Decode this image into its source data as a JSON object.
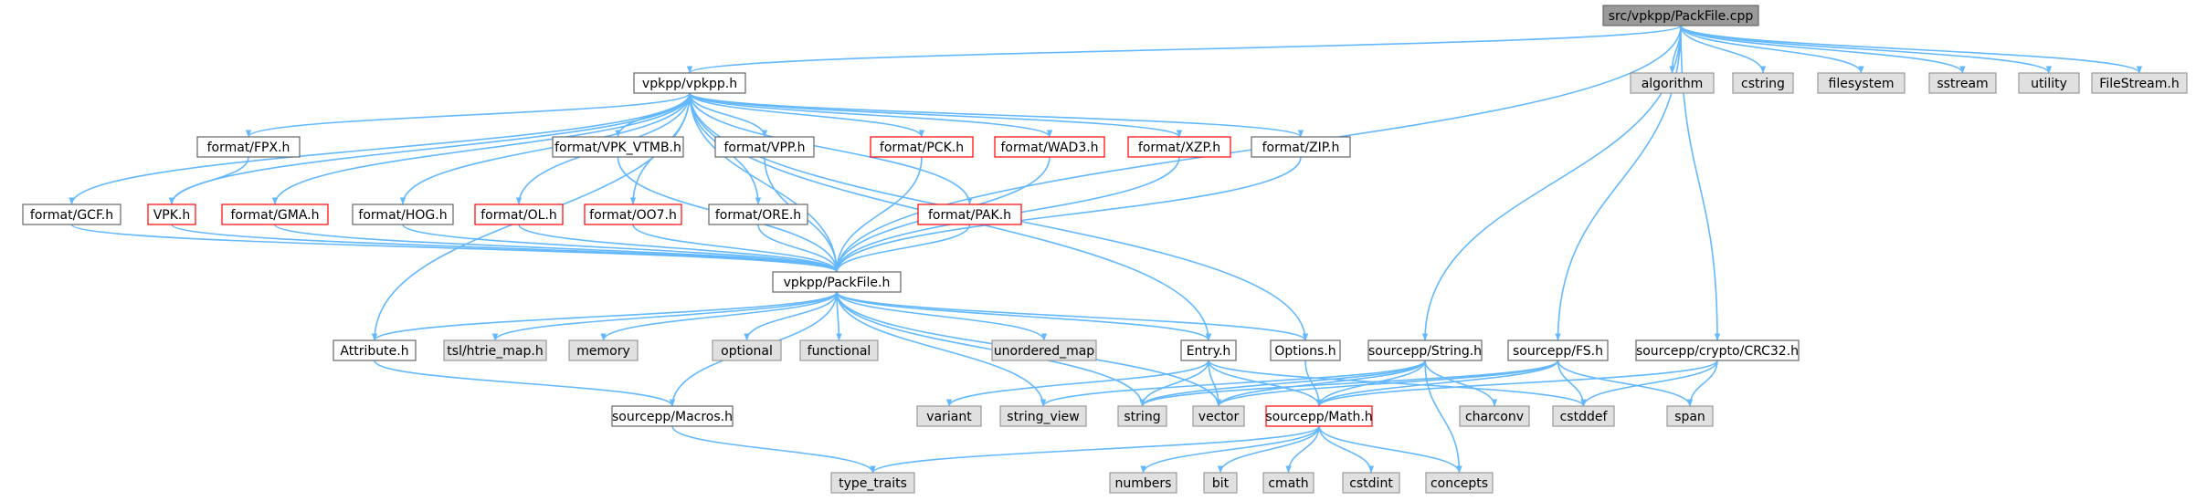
{
  "diagram": {
    "nodes": [
      {
        "id": "root",
        "label": "src/vpkpp/PackFile.cpp",
        "style": "root"
      },
      {
        "id": "vpkpp_h",
        "label": "vpkpp/vpkpp.h",
        "style": "normal"
      },
      {
        "id": "algorithm",
        "label": "algorithm",
        "style": "system"
      },
      {
        "id": "cstring",
        "label": "cstring",
        "style": "system"
      },
      {
        "id": "filesystem",
        "label": "filesystem",
        "style": "system"
      },
      {
        "id": "sstream",
        "label": "sstream",
        "style": "system"
      },
      {
        "id": "utility",
        "label": "utility",
        "style": "system"
      },
      {
        "id": "filestream",
        "label": "FileStream.h",
        "style": "system"
      },
      {
        "id": "fpx",
        "label": "format/FPX.h",
        "style": "normal"
      },
      {
        "id": "vtmb",
        "label": "format/VPK_VTMB.h",
        "style": "normal"
      },
      {
        "id": "vpp",
        "label": "format/VPP.h",
        "style": "normal"
      },
      {
        "id": "pck",
        "label": "format/PCK.h",
        "style": "incomplete"
      },
      {
        "id": "wad3",
        "label": "format/WAD3.h",
        "style": "incomplete"
      },
      {
        "id": "xzp",
        "label": "format/XZP.h",
        "style": "incomplete"
      },
      {
        "id": "zip",
        "label": "format/ZIP.h",
        "style": "normal"
      },
      {
        "id": "gcf",
        "label": "format/GCF.h",
        "style": "normal"
      },
      {
        "id": "vpk",
        "label": "VPK.h",
        "style": "incomplete"
      },
      {
        "id": "gma",
        "label": "format/GMA.h",
        "style": "incomplete"
      },
      {
        "id": "hog",
        "label": "format/HOG.h",
        "style": "normal"
      },
      {
        "id": "ol",
        "label": "format/OL.h",
        "style": "incomplete"
      },
      {
        "id": "oo7",
        "label": "format/OO7.h",
        "style": "incomplete"
      },
      {
        "id": "ore",
        "label": "format/ORE.h",
        "style": "normal"
      },
      {
        "id": "pak",
        "label": "format/PAK.h",
        "style": "incomplete"
      },
      {
        "id": "packfile",
        "label": "vpkpp/PackFile.h",
        "style": "normal"
      },
      {
        "id": "attribute",
        "label": "Attribute.h",
        "style": "normal"
      },
      {
        "id": "htrie",
        "label": "tsl/htrie_map.h",
        "style": "system"
      },
      {
        "id": "memory",
        "label": "memory",
        "style": "system"
      },
      {
        "id": "optional",
        "label": "optional",
        "style": "system"
      },
      {
        "id": "functional",
        "label": "functional",
        "style": "system"
      },
      {
        "id": "unordered_map",
        "label": "unordered_map",
        "style": "system"
      },
      {
        "id": "entry",
        "label": "Entry.h",
        "style": "normal"
      },
      {
        "id": "options",
        "label": "Options.h",
        "style": "normal"
      },
      {
        "id": "sp_string",
        "label": "sourcepp/String.h",
        "style": "normal"
      },
      {
        "id": "sp_fs",
        "label": "sourcepp/FS.h",
        "style": "normal"
      },
      {
        "id": "sp_crc",
        "label": "sourcepp/crypto/CRC32.h",
        "style": "normal"
      },
      {
        "id": "macros",
        "label": "sourcepp/Macros.h",
        "style": "normal"
      },
      {
        "id": "variant",
        "label": "variant",
        "style": "system"
      },
      {
        "id": "string_view",
        "label": "string_view",
        "style": "system"
      },
      {
        "id": "string",
        "label": "string",
        "style": "system"
      },
      {
        "id": "vector",
        "label": "vector",
        "style": "system"
      },
      {
        "id": "math",
        "label": "sourcepp/Math.h",
        "style": "incomplete"
      },
      {
        "id": "charconv",
        "label": "charconv",
        "style": "system"
      },
      {
        "id": "cstddef",
        "label": "cstddef",
        "style": "system"
      },
      {
        "id": "span",
        "label": "span",
        "style": "system"
      },
      {
        "id": "type_traits",
        "label": "type_traits",
        "style": "system"
      },
      {
        "id": "numbers",
        "label": "numbers",
        "style": "system"
      },
      {
        "id": "bit",
        "label": "bit",
        "style": "system"
      },
      {
        "id": "cmath",
        "label": "cmath",
        "style": "system"
      },
      {
        "id": "cstdint",
        "label": "cstdint",
        "style": "system"
      },
      {
        "id": "concepts",
        "label": "concepts",
        "style": "system"
      }
    ],
    "edges": [
      [
        "root",
        "vpkpp_h"
      ],
      [
        "root",
        "algorithm"
      ],
      [
        "root",
        "cstring"
      ],
      [
        "root",
        "filesystem"
      ],
      [
        "root",
        "sstream"
      ],
      [
        "root",
        "utility"
      ],
      [
        "root",
        "filestream"
      ],
      [
        "root",
        "sp_string"
      ],
      [
        "root",
        "sp_fs"
      ],
      [
        "root",
        "sp_crc"
      ],
      [
        "root",
        "packfile"
      ],
      [
        "vpkpp_h",
        "fpx"
      ],
      [
        "vpkpp_h",
        "vtmb"
      ],
      [
        "vpkpp_h",
        "vpp"
      ],
      [
        "vpkpp_h",
        "pck"
      ],
      [
        "vpkpp_h",
        "wad3"
      ],
      [
        "vpkpp_h",
        "xzp"
      ],
      [
        "vpkpp_h",
        "zip"
      ],
      [
        "vpkpp_h",
        "gcf"
      ],
      [
        "vpkpp_h",
        "vpk"
      ],
      [
        "vpkpp_h",
        "gma"
      ],
      [
        "vpkpp_h",
        "hog"
      ],
      [
        "vpkpp_h",
        "ol"
      ],
      [
        "vpkpp_h",
        "oo7"
      ],
      [
        "vpkpp_h",
        "ore"
      ],
      [
        "vpkpp_h",
        "pak"
      ],
      [
        "vpkpp_h",
        "packfile"
      ],
      [
        "vpkpp_h",
        "attribute"
      ],
      [
        "vpkpp_h",
        "entry"
      ],
      [
        "vpkpp_h",
        "options"
      ],
      [
        "fpx",
        "vpk"
      ],
      [
        "vpk",
        "packfile"
      ],
      [
        "gcf",
        "packfile"
      ],
      [
        "gma",
        "packfile"
      ],
      [
        "hog",
        "packfile"
      ],
      [
        "ol",
        "packfile"
      ],
      [
        "oo7",
        "packfile"
      ],
      [
        "ore",
        "packfile"
      ],
      [
        "pak",
        "packfile"
      ],
      [
        "vtmb",
        "packfile"
      ],
      [
        "vpp",
        "packfile"
      ],
      [
        "pck",
        "packfile"
      ],
      [
        "wad3",
        "packfile"
      ],
      [
        "xzp",
        "packfile"
      ],
      [
        "zip",
        "packfile"
      ],
      [
        "packfile",
        "attribute"
      ],
      [
        "packfile",
        "htrie"
      ],
      [
        "packfile",
        "memory"
      ],
      [
        "packfile",
        "optional"
      ],
      [
        "packfile",
        "functional"
      ],
      [
        "packfile",
        "unordered_map"
      ],
      [
        "packfile",
        "entry"
      ],
      [
        "packfile",
        "options"
      ],
      [
        "packfile",
        "macros"
      ],
      [
        "packfile",
        "string_view"
      ],
      [
        "packfile",
        "string"
      ],
      [
        "packfile",
        "vector"
      ],
      [
        "attribute",
        "macros"
      ],
      [
        "macros",
        "type_traits"
      ],
      [
        "entry",
        "variant"
      ],
      [
        "entry",
        "string"
      ],
      [
        "entry",
        "vector"
      ],
      [
        "entry",
        "math"
      ],
      [
        "entry",
        "cstddef"
      ],
      [
        "options",
        "math"
      ],
      [
        "sp_string",
        "string_view"
      ],
      [
        "sp_string",
        "string"
      ],
      [
        "sp_string",
        "vector"
      ],
      [
        "sp_string",
        "math"
      ],
      [
        "sp_string",
        "charconv"
      ],
      [
        "sp_string",
        "concepts"
      ],
      [
        "sp_fs",
        "string"
      ],
      [
        "sp_fs",
        "vector"
      ],
      [
        "sp_fs",
        "math"
      ],
      [
        "sp_fs",
        "cstddef"
      ],
      [
        "sp_fs",
        "span"
      ],
      [
        "sp_crc",
        "math"
      ],
      [
        "sp_crc",
        "cstddef"
      ],
      [
        "sp_crc",
        "span"
      ],
      [
        "math",
        "type_traits"
      ],
      [
        "math",
        "numbers"
      ],
      [
        "math",
        "bit"
      ],
      [
        "math",
        "cmath"
      ],
      [
        "math",
        "cstdint"
      ],
      [
        "math",
        "concepts"
      ]
    ]
  }
}
